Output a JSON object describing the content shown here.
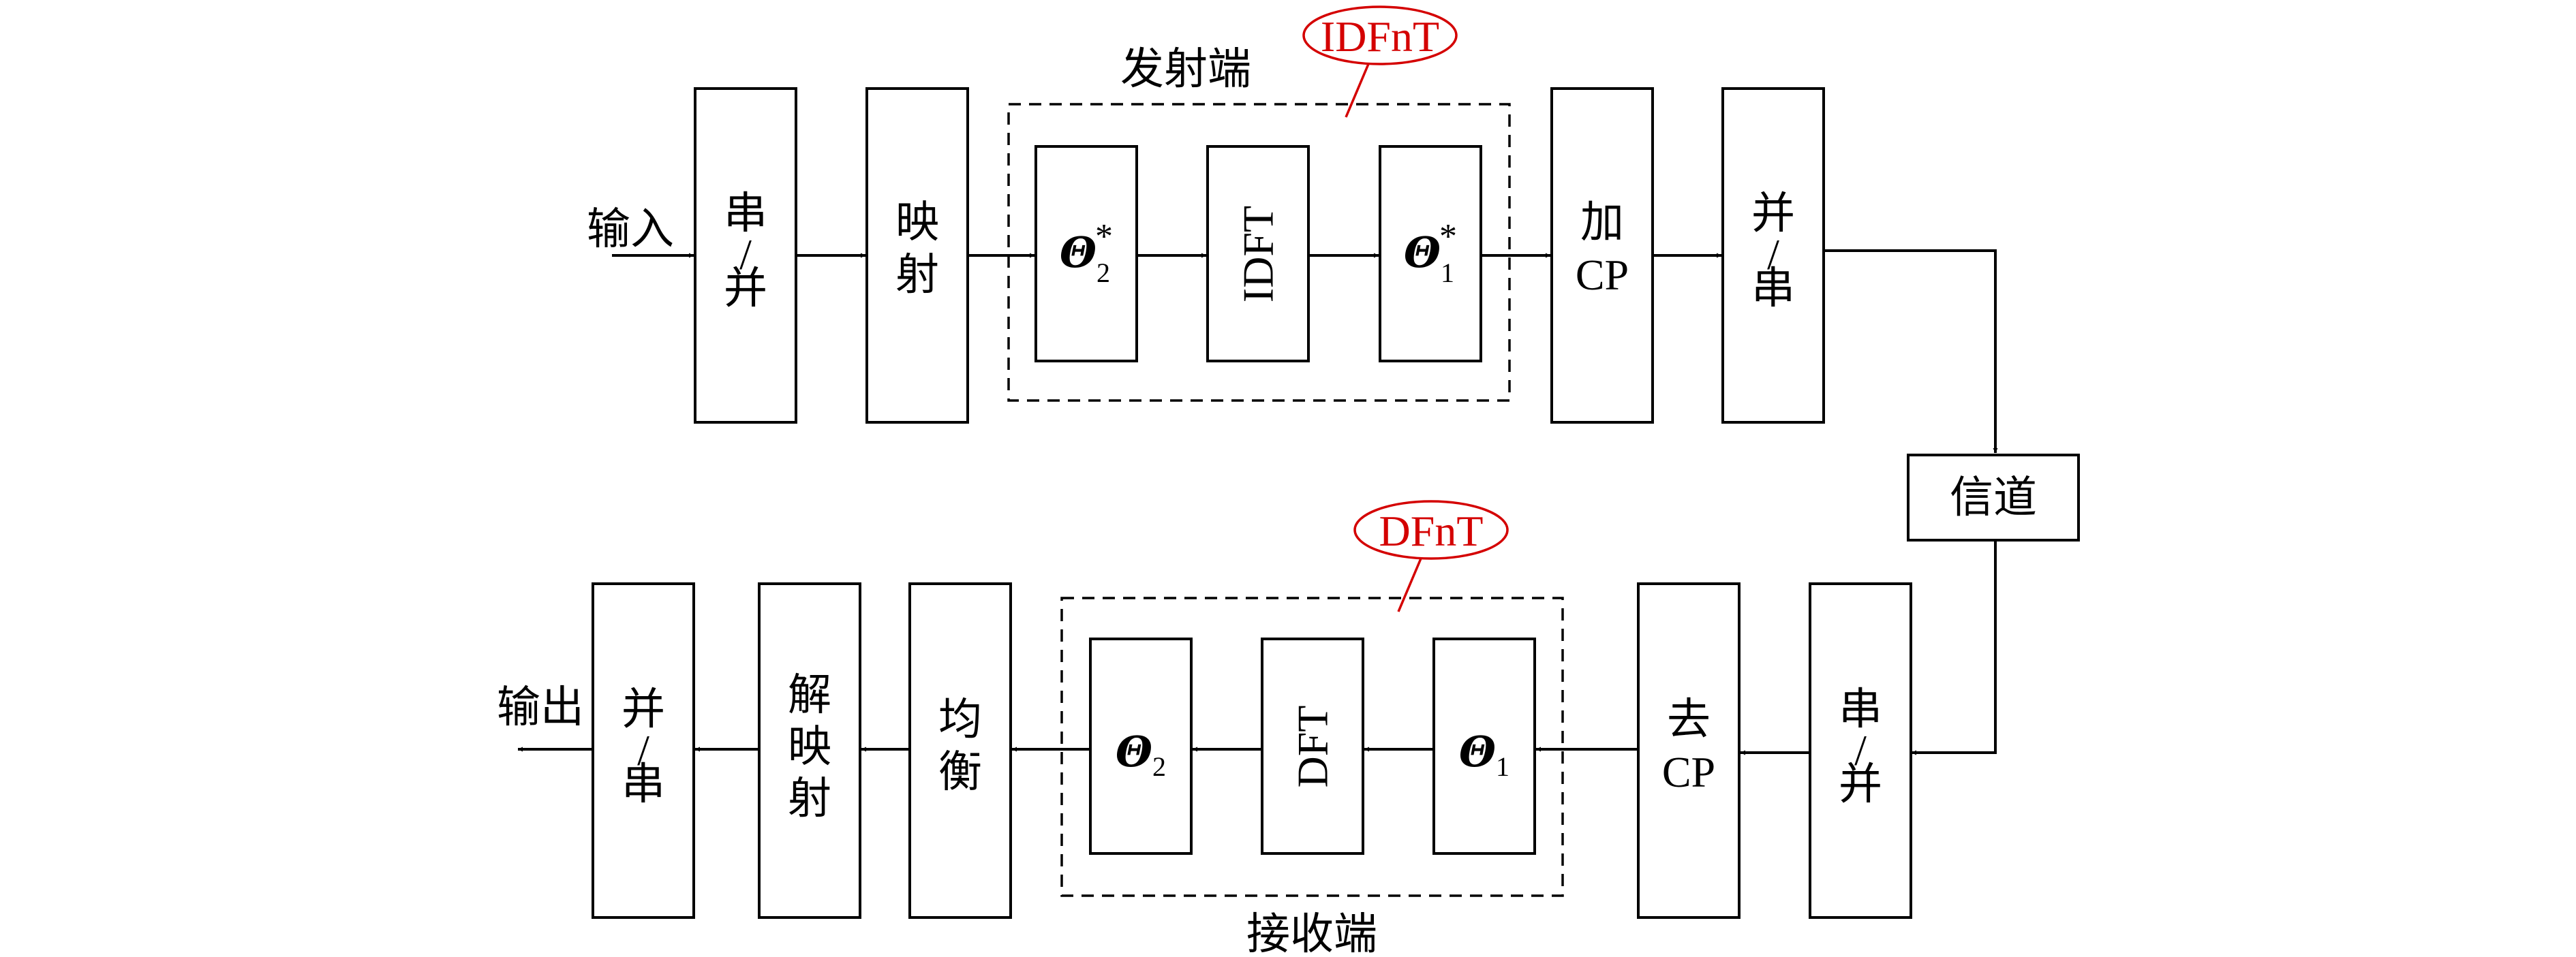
{
  "labels": {
    "input": "输入",
    "output": "输出",
    "transmitter": "发射端",
    "receiver": "接收端",
    "idfnt": "IDFnT",
    "dfnt": "DFnT",
    "channel": "信道"
  },
  "tx_blocks": {
    "sp_top": "串",
    "sp_slash": "/",
    "sp_bottom": "并",
    "map_top": "映",
    "map_bottom": "射",
    "theta2_star_sym": "Θ",
    "theta2_star_sub": "2",
    "theta2_star_sup": "*",
    "idft": "IDFT",
    "theta1_star_sym": "Θ",
    "theta1_star_sub": "1",
    "theta1_star_sup": "*",
    "addcp_top": "加",
    "addcp_bottom": "CP",
    "ps_top": "并",
    "ps_slash": "/",
    "ps_bottom": "串"
  },
  "rx_blocks": {
    "sp_top": "串",
    "sp_slash": "/",
    "sp_bottom": "并",
    "remcp_top": "去",
    "remcp_bottom": "CP",
    "theta1_sym": "Θ",
    "theta1_sub": "1",
    "dft": "DFT",
    "theta2_sym": "Θ",
    "theta2_sub": "2",
    "eq_top": "均",
    "eq_bottom": "衡",
    "demap_1": "解",
    "demap_2": "映",
    "demap_3": "射",
    "ps_top": "并",
    "ps_slash": "/",
    "ps_bottom": "串"
  }
}
